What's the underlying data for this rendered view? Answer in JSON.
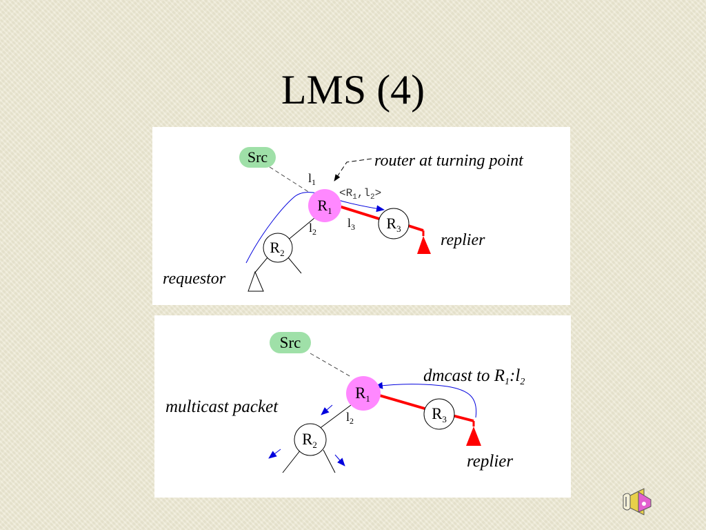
{
  "slide": {
    "title": "LMS (4)"
  },
  "colors": {
    "src_node": "#9fe0a8",
    "turning_router": "#ff88ff",
    "path": "#ff0000",
    "arrow": "#0000dd"
  },
  "top": {
    "src": "Src",
    "r1": "R",
    "r1_sub": "1",
    "r2": "R",
    "r2_sub": "2",
    "r3": "R",
    "r3_sub": "3",
    "l1": "l",
    "l1_sub": "1",
    "l2": "l",
    "l2_sub": "2",
    "l3": "l",
    "l3_sub": "3",
    "tuple_open": "<R",
    "tuple_sub1": "1",
    "tuple_mid": ",l",
    "tuple_sub2": "2",
    "tuple_close": ">",
    "turning_label": "router at turning point",
    "replier": "replier",
    "requestor": "requestor"
  },
  "bottom": {
    "src": "Src",
    "r1": "R",
    "r1_sub": "1",
    "r2": "R",
    "r2_sub": "2",
    "r3": "R",
    "r3_sub": "3",
    "l2": "l",
    "l2_sub": "2",
    "dmcast": "dmcast to R",
    "dmcast_sub1": "1",
    "dmcast_colon": ":l",
    "dmcast_sub2": "2",
    "multicast": "multicast packet",
    "replier": "replier"
  },
  "icons": {
    "speaker": "speaker-icon"
  }
}
